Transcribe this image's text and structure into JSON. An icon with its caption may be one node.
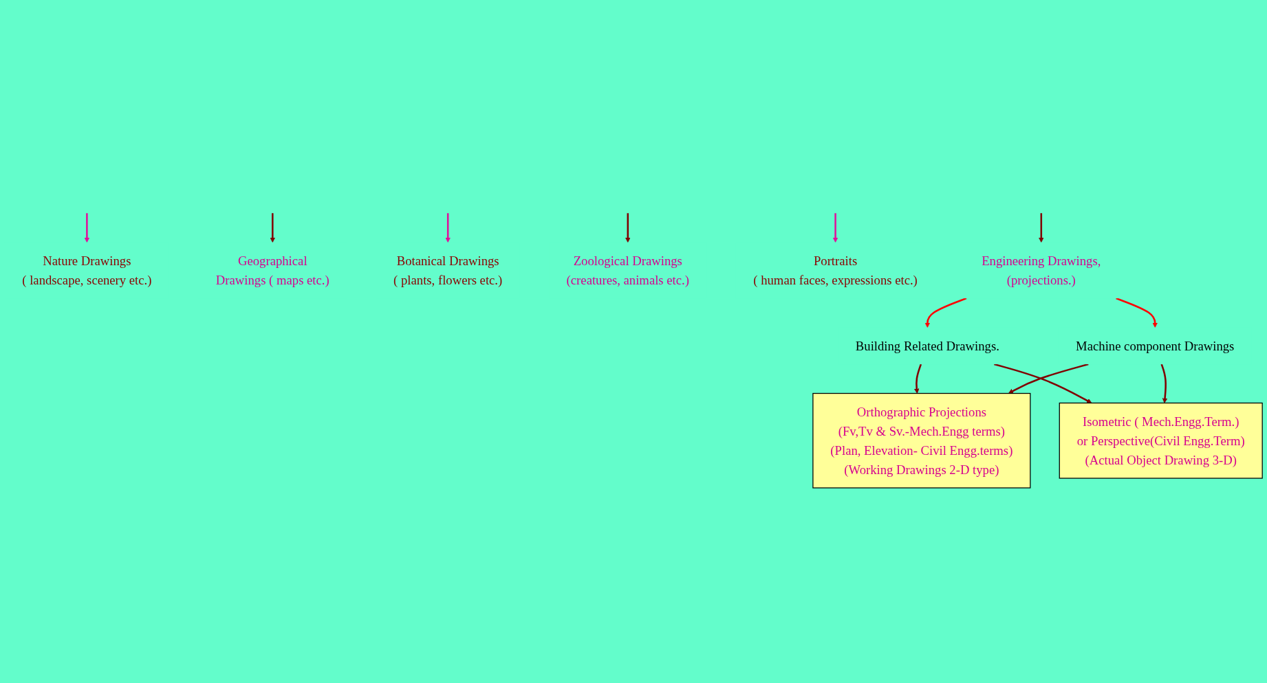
{
  "diagram": {
    "nodes": [
      {
        "text": [
          "Nature Drawings",
          "( landscape, scenery etc.)"
        ]
      },
      {
        "text": [
          "Geographical",
          "Drawings ( maps etc.)"
        ]
      },
      {
        "text": [
          "Botanical Drawings",
          "( plants, flowers etc.)"
        ]
      },
      {
        "text": [
          "Zoological Drawings",
          "(creatures, animals etc.)"
        ]
      },
      {
        "text": [
          "Portraits",
          "( human faces, expressions etc.)"
        ]
      },
      {
        "text": [
          "Engineering Drawings,",
          "(projections.)"
        ]
      },
      {
        "text": [
          "Building Related Drawings."
        ]
      },
      {
        "text": [
          "Machine component Drawings"
        ]
      },
      {
        "text": [
          "Orthographic Projections",
          "(Fv,Tv & Sv.-Mech.Engg terms)",
          "(Plan, Elevation- Civil Engg.terms)",
          "(Working Drawings 2-D type)"
        ]
      },
      {
        "text": [
          "Isometric ( Mech.Engg.Term.)",
          "or Perspective(Civil Engg.Term)",
          "(Actual Object Drawing 3-D)"
        ]
      }
    ],
    "edges": [
      {
        "from": null,
        "to": 0,
        "arrow": "to",
        "color": "#e0109b"
      },
      {
        "from": null,
        "to": 1,
        "arrow": "to",
        "color": "#800000"
      },
      {
        "from": null,
        "to": 2,
        "arrow": "to",
        "color": "#e0109b"
      },
      {
        "from": null,
        "to": 3,
        "arrow": "to",
        "color": "#800000"
      },
      {
        "from": null,
        "to": 4,
        "arrow": "to",
        "color": "#e0109b"
      },
      {
        "from": null,
        "to": 5,
        "arrow": "to",
        "color": "#800000"
      },
      {
        "from": 5,
        "to": 6,
        "arrow": "to",
        "color": "#ff0000"
      },
      {
        "from": 5,
        "to": 7,
        "arrow": "to",
        "color": "#ff0000"
      },
      {
        "from": 6,
        "to": 8,
        "arrow": "to",
        "color": "#800000"
      },
      {
        "from": 6,
        "to": 9,
        "arrow": "to",
        "color": "#800000"
      },
      {
        "from": 7,
        "to": 8,
        "arrow": "to",
        "color": "#800000"
      },
      {
        "from": 7,
        "to": 9,
        "arrow": "to",
        "color": "#800000"
      }
    ]
  }
}
